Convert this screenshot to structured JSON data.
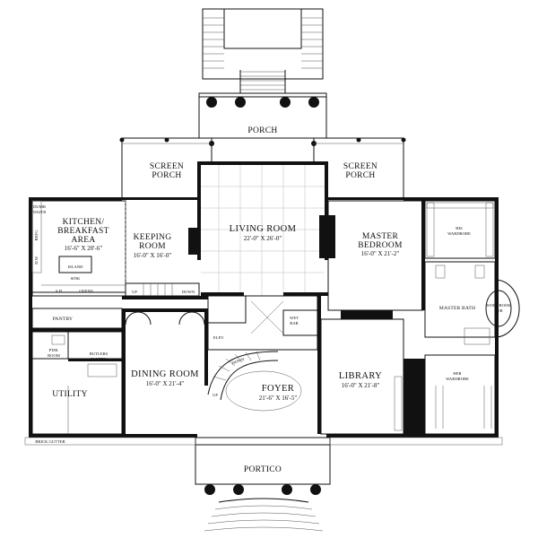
{
  "rooms": {
    "porch": {
      "name": "PORCH"
    },
    "screen_porch_left": {
      "name_l1": "SCREEN",
      "name_l2": "PORCH"
    },
    "screen_porch_right": {
      "name_l1": "SCREEN",
      "name_l2": "PORCH"
    },
    "kitchen": {
      "name_l1": "KITCHEN/",
      "name_l2": "BREAKFAST",
      "name_l3": "AREA",
      "dims": "16'-6\" X 20'-6\""
    },
    "keeping": {
      "name_l1": "KEEPING",
      "name_l2": "ROOM",
      "dims": "16'-0\" X 16'-0\""
    },
    "living": {
      "name": "LIVING ROOM",
      "dims": "22'-0\" X 26'-0\""
    },
    "master_bedroom": {
      "name_l1": "MASTER",
      "name_l2": "BEDROOM",
      "dims": "16'-0\" X 21'-2\""
    },
    "his_wardrobe": {
      "name_l1": "HIS",
      "name_l2": "WARDROBE"
    },
    "master_bath": {
      "name": "MASTER BATH"
    },
    "workbook": {
      "name_l1": "WORKBOOK",
      "name_l2": "TUB"
    },
    "hers_wardrobe": {
      "name_l1": "HER",
      "name_l2": "WARDROBE"
    },
    "pantry": {
      "name": "PANTRY"
    },
    "powder": {
      "name_l1": "P'DR.",
      "name_l2": "ROOM"
    },
    "butlers": {
      "name_l1": "BUTLERS",
      "name_l2": "PANTRY"
    },
    "utility": {
      "name": "UTILITY"
    },
    "dining": {
      "name": "DINING ROOM",
      "dims": "16'-0\" X 21'-4\""
    },
    "foyer": {
      "name": "FOYER",
      "dims": "21'-6\" X 16'-5\""
    },
    "library": {
      "name": "LIBRARY",
      "dims": "16'-0\" X 21'-8\""
    },
    "portico": {
      "name": "PORTICO"
    }
  },
  "small_labels": {
    "dumb_waiter_l1": "DUMB",
    "dumb_waiter_l2": "WAITR",
    "refg": "REFG.",
    "dw": "D.W.",
    "sink": "SINK",
    "island": "ISLAND",
    "ovens": "OVENS",
    "sh": "S.H.",
    "up": "UP",
    "down": "DOWN",
    "elev": "ELEV.",
    "down_stair": "DOWN",
    "up_stair": "UP",
    "wet_bar_l1": "WET",
    "wet_bar_l2": "BAR",
    "brick_gutter": "BRICK GUTTER"
  }
}
